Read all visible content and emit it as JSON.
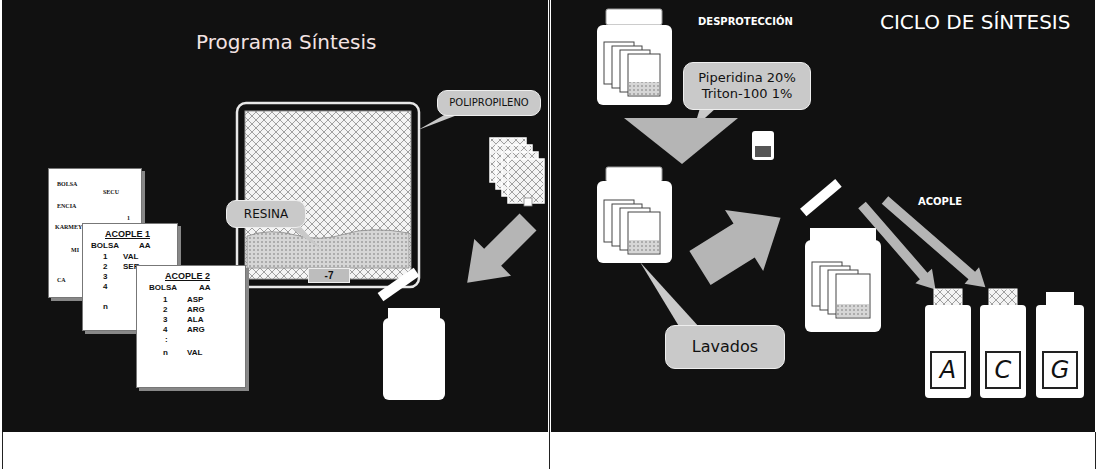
{
  "diagram": {
    "nodes": [
      {
        "text": [
          "BOLSA",
          "SECU",
          "ENCIA",
          "1",
          "KARMEYDSKEMEKIDV",
          "MI",
          "CA"
        ]
      },
      {
        "text": [
          "ACOPLE 1",
          "BOLSA",
          "AA",
          "1",
          "VAL",
          "2",
          "SER",
          "3",
          "4",
          "n"
        ]
      },
      {
        "text": [
          "ACOPLE 2",
          "BOLSA",
          "AA",
          "1",
          "ASP",
          "2",
          "ARG",
          "3",
          "ALA",
          "4",
          "ARG",
          ":",
          "n",
          "VAL"
        ]
      },
      {
        "text": [
          "RESINA"
        ]
      },
      {
        "text": [
          "POLIPROPILENO"
        ]
      },
      {
        "text": [
          "-7"
        ]
      },
      {
        "text": [
          "Piperidina 20%",
          "Triton-100 1%"
        ]
      },
      {
        "text": [
          "Lavados"
        ]
      },
      {
        "text": [
          "A"
        ]
      },
      {
        "text": [
          "C"
        ]
      },
      {
        "text": [
          "G"
        ]
      }
    ],
    "labels": [
      "Programa Síntesis",
      "CICLO DE SÍNTESIS",
      "DESPROTECCIÓN",
      "ACOPLE"
    ]
  }
}
